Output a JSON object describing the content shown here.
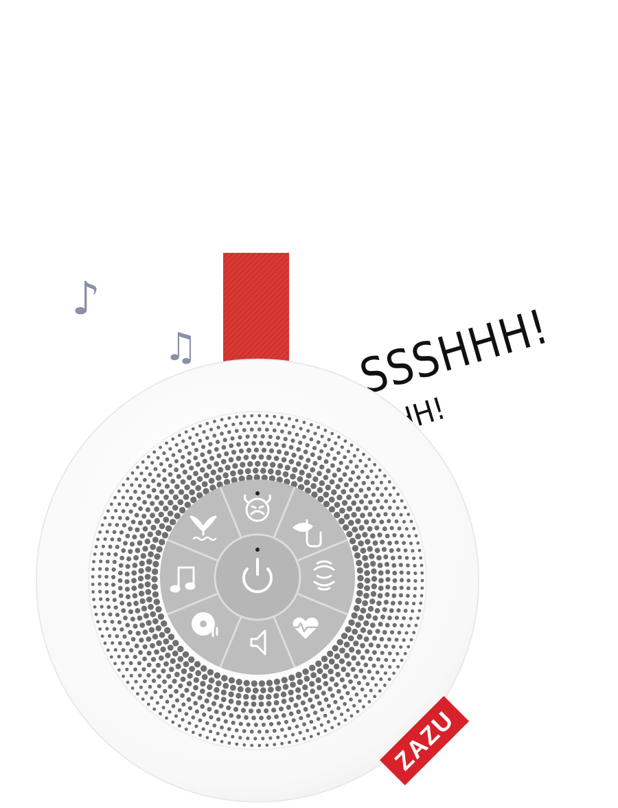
{
  "decorations": {
    "notes": [
      "♪",
      "♫",
      "♫"
    ],
    "shh_big": "SSSHHH!",
    "shh_small": "SSSHHH!"
  },
  "device": {
    "brand_label": "ZAZU",
    "strap_color": "#d93a33",
    "body_color": "#ffffff",
    "control_color": "#b9b9b9",
    "buttons": [
      {
        "name": "crying-baby-icon"
      },
      {
        "name": "shush-icon"
      },
      {
        "name": "white-noise-icon"
      },
      {
        "name": "heartbeat-icon"
      },
      {
        "name": "volume-icon"
      },
      {
        "name": "lullaby-disc-icon"
      },
      {
        "name": "music-note-icon"
      },
      {
        "name": "whale-icon"
      },
      {
        "name": "power-icon"
      }
    ]
  }
}
